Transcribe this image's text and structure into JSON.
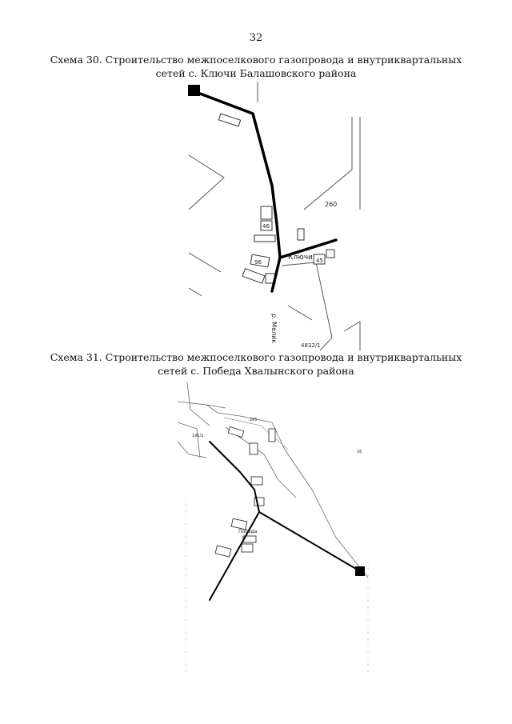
{
  "page_number": "32",
  "scheme30": {
    "title_line1": "Схема 30. Строительство межпоселкового газопровода и внутриквартальных",
    "title_line2": "сетей с. Ключи Балашовского района",
    "labels": {
      "parcel_260": "260",
      "parcel_46": "46",
      "parcel_96": "96",
      "parcel_45": "45",
      "village": "Ключи",
      "river": "р. Мелик",
      "parcel_4832": "4832/1"
    }
  },
  "scheme31": {
    "title_line1": "Схема 31. Строительство межпоселкового газопровода и внутриквартальных",
    "title_line2": "сетей с. Победа Хвалынского района",
    "labels": {
      "parcel_265": "265",
      "parcel_191": "191/2",
      "parcel_16": "16",
      "village": "Победа"
    }
  },
  "colors": {
    "pipeline": "#000000",
    "map_lines": "#555555"
  }
}
